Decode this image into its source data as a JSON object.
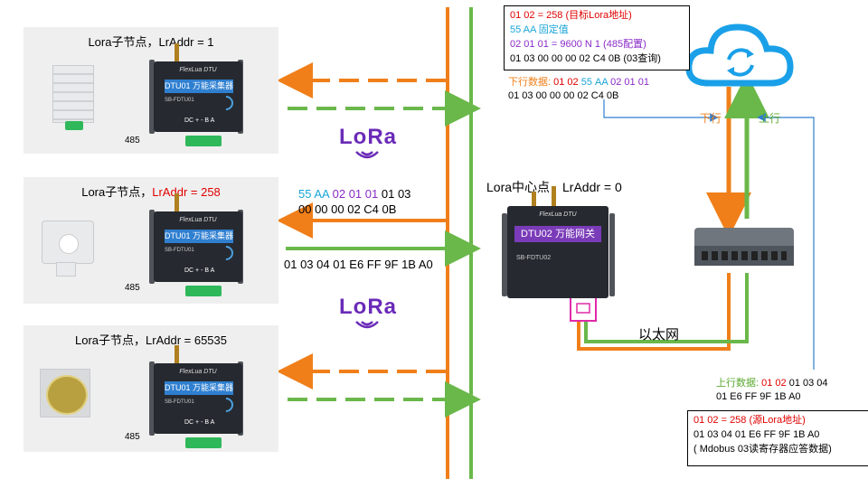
{
  "nodes": [
    {
      "prefix": "Lora子节点，",
      "addr": "LrAddr = 1",
      "addr_red": false
    },
    {
      "prefix": "Lora子节点，",
      "addr": "LrAddr = 258",
      "addr_red": true
    },
    {
      "prefix": "Lora子节点，",
      "addr": "LrAddr = 65535",
      "addr_red": false
    }
  ],
  "dtu01": {
    "brand": "FlexLua DTU",
    "band": "DTU01 万能采集器",
    "model": "SB-FDTU01",
    "ports": "DC  + -  B  A"
  },
  "wire_label": "485",
  "lora_logo": "LoRa",
  "downlink_frame": {
    "p1": "55 AA",
    "p2": "02",
    "p3": "01 01",
    "p4": "01 03",
    "line2": "00 00 00 02 C4 0B"
  },
  "uplink_frame": "01 03 04 01 E6 FF 9F 1B A0",
  "center": {
    "title": "Lora中心点，LrAddr = 0",
    "band": "DTU02 万能网关",
    "brand": "FlexLua DTU",
    "model": "SB-FDTU02"
  },
  "ethernet_label": "以太网",
  "top_box": {
    "l1": "01 02 = 258 (目标Lora地址)",
    "l2": "55 AA 固定值",
    "l3": "02 01 01 = 9600 N 1 (485配置)",
    "l4": "01 03 00 00 00 02 C4 0B (03查询)"
  },
  "down_data": {
    "label": "下行数据:",
    "addr": "01 02",
    "fixed": "55 AA",
    "cfg": "02 01 01",
    "line2": "01 03 00 00 00 02 C4 0B"
  },
  "cloud_labels": {
    "down": "下行",
    "up": "上行"
  },
  "up_data": {
    "label": "上行数据:",
    "addr": "01 02",
    "rest": "01 03 04",
    "line2": "01 E6 FF 9F 1B A0"
  },
  "bottom_box": {
    "l1": "01 02 = 258 (源Lora地址)",
    "l2": "01 03 04 01 E6 FF 9F 1B A0",
    "l3": "( Mdobus 03读寄存器应答数据)"
  },
  "colors": {
    "orange": "#f07f1a",
    "green": "#6ab84a",
    "purple": "#7a3bb8",
    "blue": "#2f7fd0"
  }
}
